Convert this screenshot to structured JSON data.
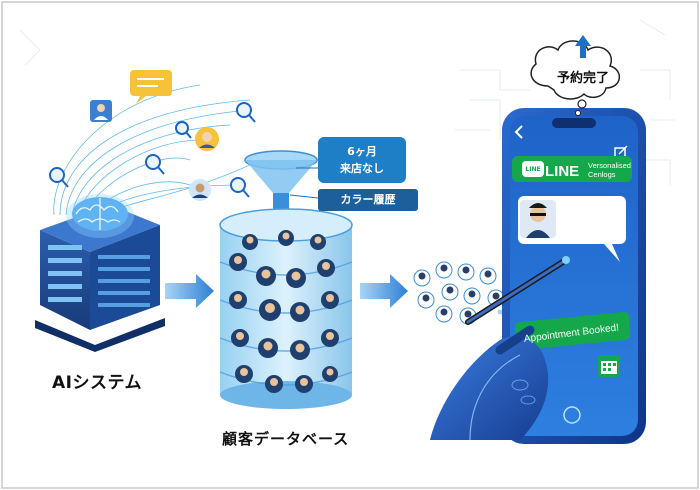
{
  "labels": {
    "ai_system": "AIシステム",
    "customer_db": "顧客データベース",
    "booking_done": "予約完了"
  },
  "filter_tags": {
    "months_line1": "6ヶ月",
    "months_line2": "来店なし",
    "color_history": "カラー履歴"
  },
  "phone": {
    "line_brand": "LINE",
    "line_icon": "LINE",
    "line_sub": "Versonalised Cenlogs",
    "appointment": "Appointment Booked!"
  },
  "icons": [
    "brain-icon",
    "server-icon",
    "chat-icon",
    "search-icon",
    "person-icon",
    "funnel-icon",
    "arrow-icon",
    "back-icon",
    "edit-icon",
    "calendar-icon",
    "up-arrow-icon",
    "pen-icon",
    "hand-icon"
  ],
  "colors": {
    "primary_blue": "#1f6fc4",
    "dark_blue": "#163f8c",
    "line_green": "#14a84a",
    "accent_cyan": "#3aa8e8",
    "chat_yellow": "#f6c23a"
  }
}
